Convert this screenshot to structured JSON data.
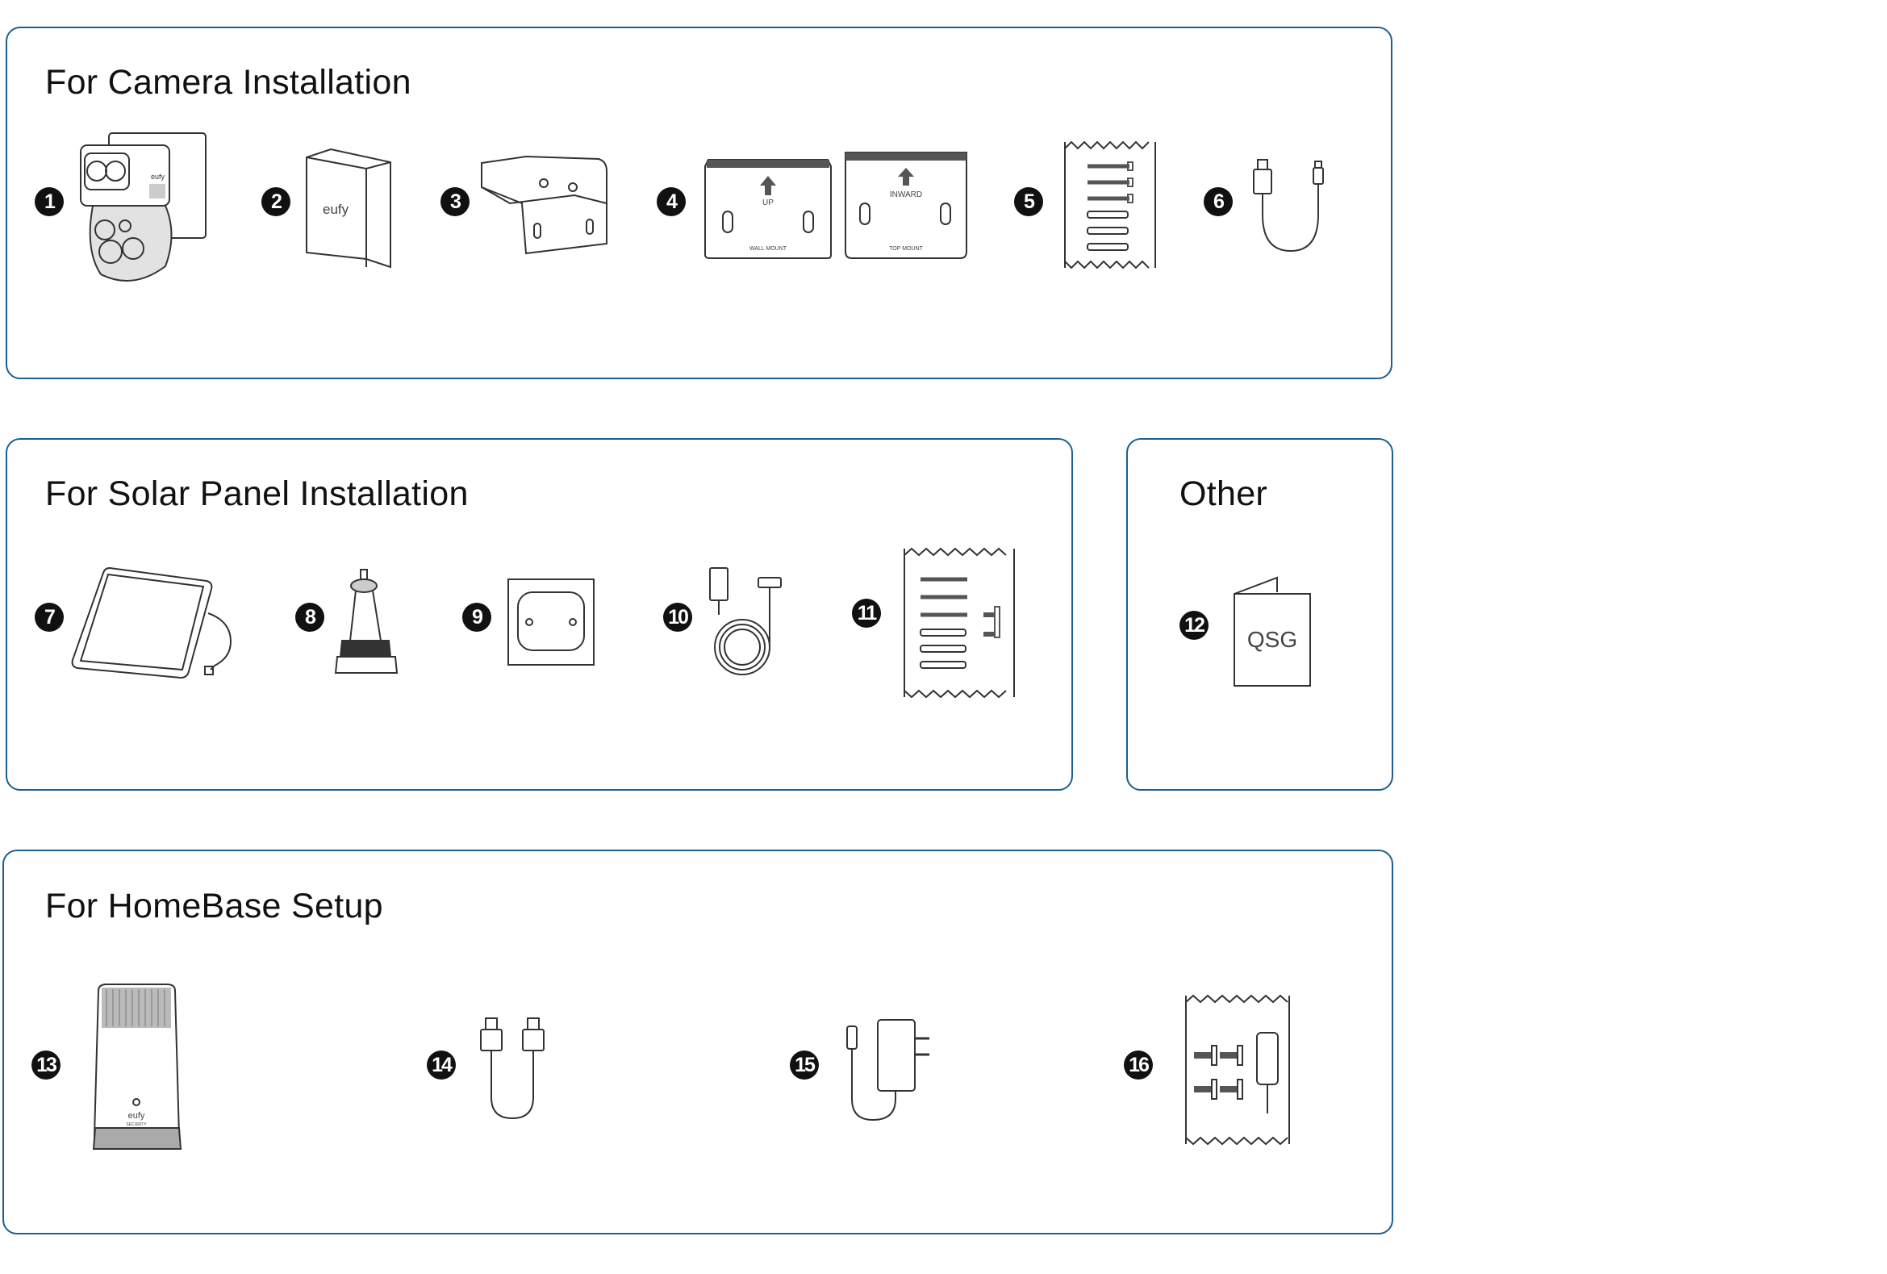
{
  "sections": {
    "camera": {
      "title": "For Camera Installation"
    },
    "solar": {
      "title": "For Solar Panel Installation"
    },
    "other": {
      "title": "Other"
    },
    "homebase": {
      "title": "For HomeBase Setup"
    }
  },
  "items": [
    {
      "number": "1",
      "icon": "camera-icon"
    },
    {
      "number": "2",
      "icon": "battery-box-icon",
      "logo": "eufy"
    },
    {
      "number": "3",
      "icon": "mount-bracket-icon"
    },
    {
      "number": "4",
      "icon": "mounting-templates-icon",
      "plates": [
        {
          "arrow_label": "UP",
          "label": "WALL MOUNT"
        },
        {
          "arrow_label": "INWARD",
          "label": "TOP MOUNT"
        }
      ]
    },
    {
      "number": "5",
      "icon": "screw-pack-icon"
    },
    {
      "number": "6",
      "icon": "usb-cable-icon"
    },
    {
      "number": "7",
      "icon": "solar-panel-icon"
    },
    {
      "number": "8",
      "icon": "solar-mount-icon"
    },
    {
      "number": "9",
      "icon": "mount-plate-icon"
    },
    {
      "number": "10",
      "icon": "extension-cable-icon"
    },
    {
      "number": "11",
      "icon": "screw-pack-icon"
    },
    {
      "number": "12",
      "icon": "qsg-booklet-icon",
      "label": "QSG"
    },
    {
      "number": "13",
      "icon": "homebase-icon",
      "logo": "eufy",
      "sublogo": "SECURITY"
    },
    {
      "number": "14",
      "icon": "ethernet-cable-icon"
    },
    {
      "number": "15",
      "icon": "power-adapter-icon"
    },
    {
      "number": "16",
      "icon": "screw-pack-icon"
    }
  ],
  "colors": {
    "border": "#1d5f8e",
    "badge": "#111111"
  }
}
